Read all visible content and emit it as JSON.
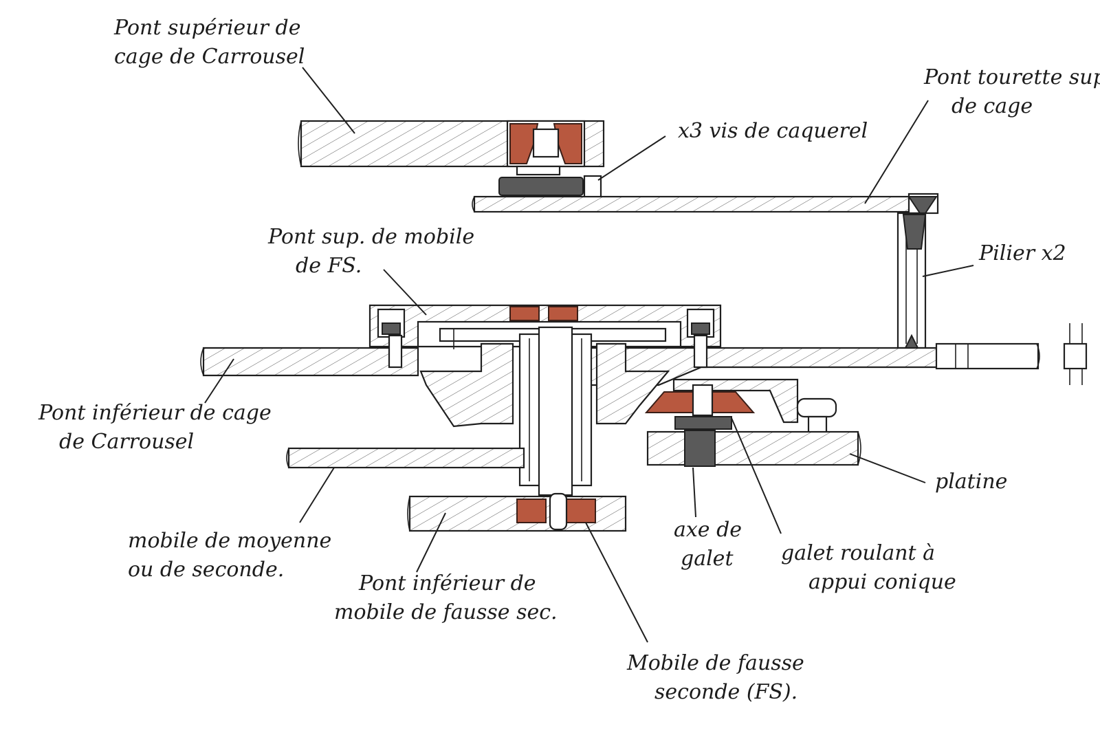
{
  "labels": {
    "pont_superieur_cage": {
      "line1": "Pont supérieur de",
      "line2": "cage de Carrousel"
    },
    "vis_de_caquerel": {
      "line1": "x3 vis de caquerel"
    },
    "pont_tourette_sup": {
      "line1": "Pont tourette sup",
      "line2": "de cage"
    },
    "pilier": {
      "line1": "Pilier x2"
    },
    "pont_sup_mobile_fs": {
      "line1": "Pont sup. de mobile",
      "line2": "de FS."
    },
    "pont_inferieur_cage": {
      "line1": "Pont inférieur de cage",
      "line2": "de Carrousel"
    },
    "platine": {
      "line1": "platine"
    },
    "mobile_moyenne": {
      "line1": "mobile de moyenne",
      "line2": "ou de seconde."
    },
    "pont_inferieur_mobile": {
      "line1": "Pont inférieur de",
      "line2": "mobile de fausse sec."
    },
    "axe_galet": {
      "line1": "axe de",
      "line2": "galet"
    },
    "galet_roulant": {
      "line1": "galet roulant à",
      "line2": "appui conique"
    },
    "mobile_fausse_seconde": {
      "line1": "Mobile de fausse",
      "line2": "seconde (FS)."
    }
  },
  "colors": {
    "ink": "#1f1f1f",
    "ruby": "#b8583f",
    "paper": "#ffffff"
  }
}
